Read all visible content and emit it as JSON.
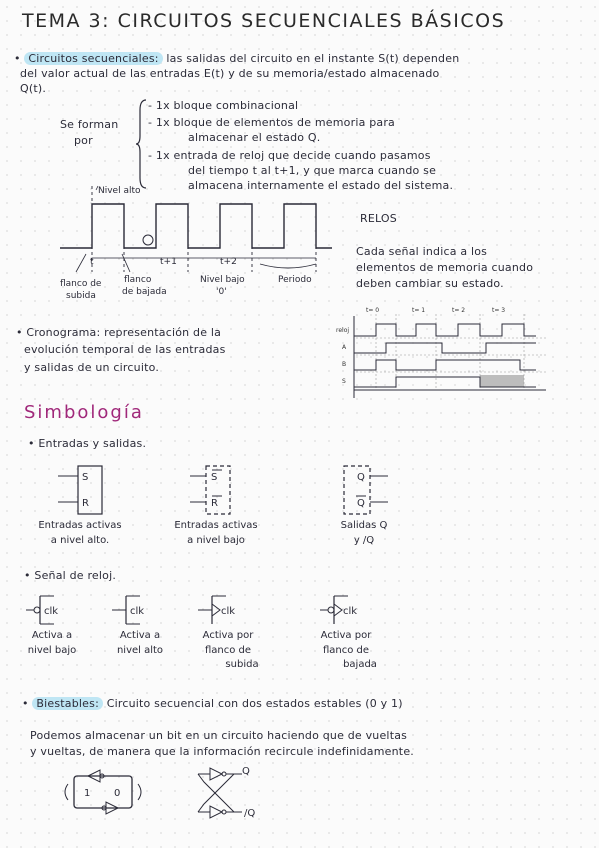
{
  "title": "TEMA 3: CIRCUITOS SECUENCIALES BÁSICOS",
  "intro": {
    "term": "Circuitos secuenciales:",
    "line1": "las salidas del circuito en el instante S(t) dependen",
    "line2": "del valor actual de las entradas E(t) y de su memoria/estado almacenado",
    "line3": "Q(t)."
  },
  "formed": {
    "label1": "Se forman",
    "label2": "por",
    "items": [
      "- 1x bloque combinacional",
      "- 1x bloque de elementos de memoria para",
      "almacenar el estado Q.",
      "- 1x entrada de reloj que decide cuando pasamos",
      "del tiempo t al t+1, y que marca cuando se",
      "almacena internamente el estado del sistema."
    ]
  },
  "clock": {
    "nivel_alto": "Nivel alto",
    "t0": "t",
    "t1": "t+1",
    "t2": "t+2",
    "flanco_subida": [
      "flanco de",
      "subida"
    ],
    "flanco_bajada": [
      "flanco",
      "de bajada"
    ],
    "nivel_bajo": [
      "Nivel bajo",
      "'0'"
    ],
    "periodo": "Periodo",
    "relos_title": "RELOS",
    "relos_text": [
      "Cada señal indica a los",
      "elementos de memoria cuando",
      "deben cambiar su estado."
    ]
  },
  "cronograma": {
    "term": "Cronograma:",
    "line1": "representación de la",
    "line2": "evolución temporal de las entradas",
    "line3": "y salidas de un circuito.",
    "chart_labels": {
      "rows": [
        "reloj",
        "A",
        "B",
        "S"
      ],
      "times": [
        "t= 0",
        "t= 1",
        "t= 2",
        "t= 3"
      ]
    }
  },
  "simbologia": {
    "heading": "Simbología",
    "entradas_heading": "Entradas y salidas.",
    "boxes": [
      {
        "pins": [
          "S",
          "R"
        ],
        "caption": [
          "Entradas activas",
          "a nivel alto."
        ]
      },
      {
        "pins": [
          "S",
          "R"
        ],
        "caption": [
          "Entradas activas",
          "a nivel bajo"
        ]
      },
      {
        "pins": [
          "Q",
          "Q"
        ],
        "caption": [
          "Salidas Q",
          "y /Q"
        ]
      }
    ],
    "reloj_heading": "Señal de reloj.",
    "clk_label": "clk",
    "clk_symbols": [
      {
        "caption": [
          "Activa a",
          "nivel bajo"
        ]
      },
      {
        "caption": [
          "Activa a",
          "nivel alto"
        ]
      },
      {
        "caption": [
          "Activa por",
          "flanco de",
          "subida"
        ]
      },
      {
        "caption": [
          "Activa por",
          "flanco de",
          "bajada"
        ]
      }
    ]
  },
  "biestables": {
    "term": "Biestables:",
    "def": "Circuito secuencial con dos estados estables (0 y 1)",
    "line1": "Podemos almacenar un bit en un circuito haciendo que de vueltas",
    "line2": "y vueltas, de manera que la información recircule indefinidamente.",
    "loop_values": [
      "1",
      "0"
    ],
    "q_label": "Q",
    "nq_label": "/Q"
  },
  "colors": {
    "ink": "#2b2b38",
    "highlight": "#bfe6f4",
    "heading_purple": "#a0287a",
    "shade": "#bdbdbd"
  }
}
